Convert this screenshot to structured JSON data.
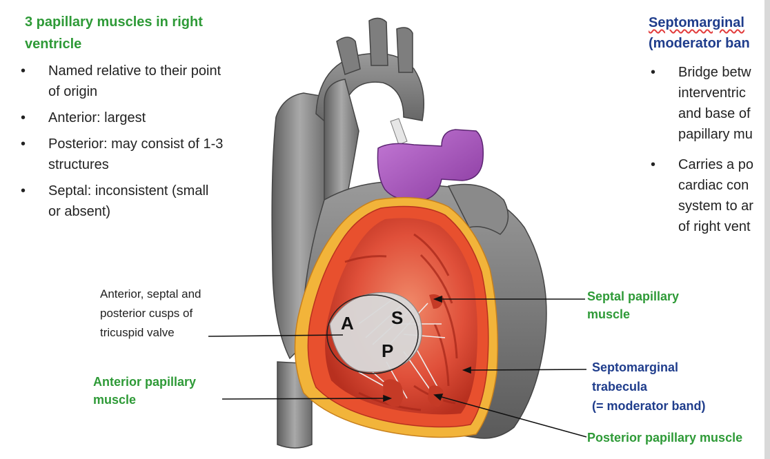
{
  "left_panel": {
    "heading": "3 papillary muscles in right ventricle",
    "bullets": [
      "Named relative to their point of origin",
      "Anterior: largest",
      "Posterior: may consist of 1-3 structures",
      "Septal: inconsistent (small or absent)"
    ]
  },
  "right_panel": {
    "heading_line1": "Septomarginal",
    "heading_line2": "(moderator ban",
    "bullets": [
      [
        "Bridge betw",
        "interventric",
        "and base of",
        "papillary mu"
      ],
      [
        "Carries a po",
        "cardiac con",
        "system to ar",
        "of right vent"
      ]
    ]
  },
  "diagram": {
    "cusp_labels": {
      "anterior": "A",
      "septal": "S",
      "posterior": "P"
    },
    "labels": {
      "cusps": "Anterior, septal and posterior cusps of tricuspid valve",
      "anterior_papillary": "Anterior papillary muscle",
      "septal_papillary": "Septal papillary muscle",
      "septomarginal_1": "Septomarginal",
      "septomarginal_2": "trabecula",
      "septomarginal_3": "(= moderator band)",
      "posterior_papillary": "Posterior papillary muscle"
    }
  },
  "colors": {
    "green_heading": "#2e9a37",
    "blue_heading": "#1f3d8c",
    "myocardium": "#e8502e",
    "fat": "#f2b43a",
    "pulmonary_artery": "#a04ab5",
    "vessel_gray": "#8a8a8a"
  }
}
